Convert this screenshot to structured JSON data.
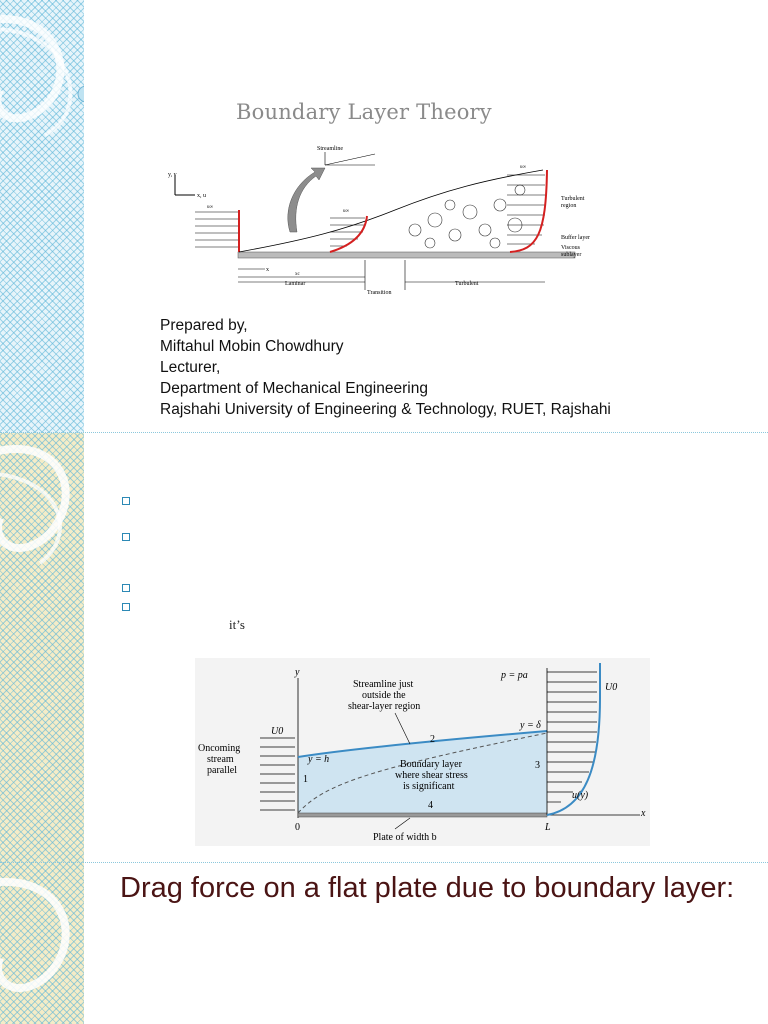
{
  "slide1": {
    "title": "Boundary Layer Theory",
    "figure": {
      "streamline_label": "Streamline",
      "axis_label": "y, v",
      "axis_x_label": "x, u",
      "u_inf": "u∞",
      "turbulent_region": [
        "Turbulent",
        "region"
      ],
      "buffer_layer": "Buffer layer",
      "viscous_sublayer": [
        "Viscous",
        "sublayer"
      ],
      "x_label": "x",
      "xc_label": "xc",
      "laminar": "Laminar",
      "transition": "Transition",
      "turbulent": "Turbulent"
    },
    "credits": [
      "Prepared by,",
      "Miftahul Mobin Chowdhury",
      "Lecturer,",
      "Department of Mechanical Engineering",
      "Rajshahi University of Engineering & Technology, RUET, Rajshahi"
    ]
  },
  "slide2": {
    "its_text": "it’s",
    "figure": {
      "y_axis": "y",
      "x_axis": "x",
      "pressure": "p = pa",
      "u0": "U0",
      "streamline": [
        "Streamline just",
        "outside the",
        "shear-layer region"
      ],
      "y_delta": "y = δ",
      "y_h": "y = h",
      "oncoming": [
        "Oncoming",
        "stream",
        "parallel"
      ],
      "bl_label": [
        "Boundary layer",
        "where shear stress",
        "is significant"
      ],
      "u_y": "u(y)",
      "region_1": "1",
      "region_2": "2",
      "region_3": "3",
      "region_4": "4",
      "origin": "0",
      "L": "L",
      "plate": "Plate of width b"
    },
    "heading": "Drag force on a flat plate due to boundary layer:"
  }
}
